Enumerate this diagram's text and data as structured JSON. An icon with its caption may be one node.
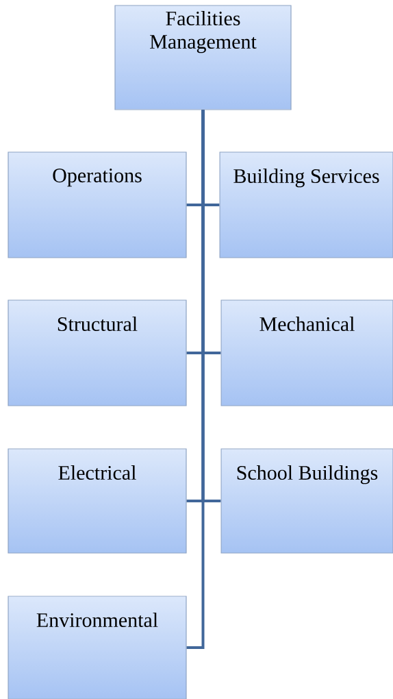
{
  "diagram": {
    "nodes": [
      {
        "text": [
          "Facilities Management"
        ]
      },
      {
        "text": [
          "Operations"
        ]
      },
      {
        "text": [
          "Building Services"
        ]
      },
      {
        "text": [
          "Structural"
        ]
      },
      {
        "text": [
          "Mechanical"
        ]
      },
      {
        "text": [
          "Electrical"
        ]
      },
      {
        "text": [
          "School Buildings"
        ]
      },
      {
        "text": [
          "Environmental"
        ]
      }
    ],
    "edges": [
      {
        "from": 0,
        "to": 1,
        "arrow": "none"
      },
      {
        "from": 0,
        "to": 2,
        "arrow": "none"
      },
      {
        "from": 0,
        "to": 3,
        "arrow": "none"
      },
      {
        "from": 0,
        "to": 4,
        "arrow": "none"
      },
      {
        "from": 0,
        "to": 5,
        "arrow": "none"
      },
      {
        "from": 0,
        "to": 6,
        "arrow": "none"
      },
      {
        "from": 0,
        "to": 7,
        "arrow": "none"
      }
    ]
  }
}
